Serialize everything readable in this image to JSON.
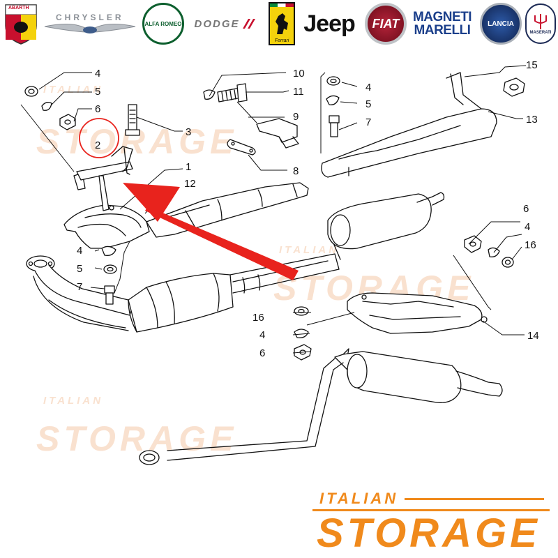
{
  "brands": [
    {
      "id": "abarth",
      "text": "ABARTH",
      "color": "#c8102e"
    },
    {
      "id": "chrysler",
      "text": "CHRYSLER",
      "color": "#8a8f96"
    },
    {
      "id": "alfa",
      "text": "ALFA ROMEO",
      "color": "#0d5f2e"
    },
    {
      "id": "dodge",
      "text": "DODGE",
      "color": "#777777"
    },
    {
      "id": "ferrari",
      "text": "Ferrari",
      "color": "#f4d20c"
    },
    {
      "id": "jeep",
      "text": "Jeep",
      "color": "#111111"
    },
    {
      "id": "fiat",
      "text": "FIAT",
      "color": "#9b1b30"
    },
    {
      "id": "magneti",
      "text_line1": "MAGNETI",
      "text_line2": "MARELLI",
      "color": "#1b3f8b"
    },
    {
      "id": "lancia",
      "text": "LANCIA",
      "color": "#1f3d7a"
    },
    {
      "id": "maserati",
      "text": "MASERATI",
      "color": "#1c2a55"
    }
  ],
  "watermark": {
    "top": "ITALIAN",
    "bottom": "STORAGE"
  },
  "logo": {
    "top": "ITALIAN",
    "main": "STORAGE",
    "color": "#f08a1c"
  },
  "highlight_color": "#e8231d",
  "callouts": [
    "4",
    "5",
    "6",
    "2",
    "3",
    "1",
    "12",
    "10",
    "11",
    "9",
    "8",
    "4",
    "5",
    "7",
    "15",
    "13",
    "6",
    "4",
    "16",
    "4",
    "5",
    "7",
    "16",
    "4",
    "6",
    "14"
  ]
}
